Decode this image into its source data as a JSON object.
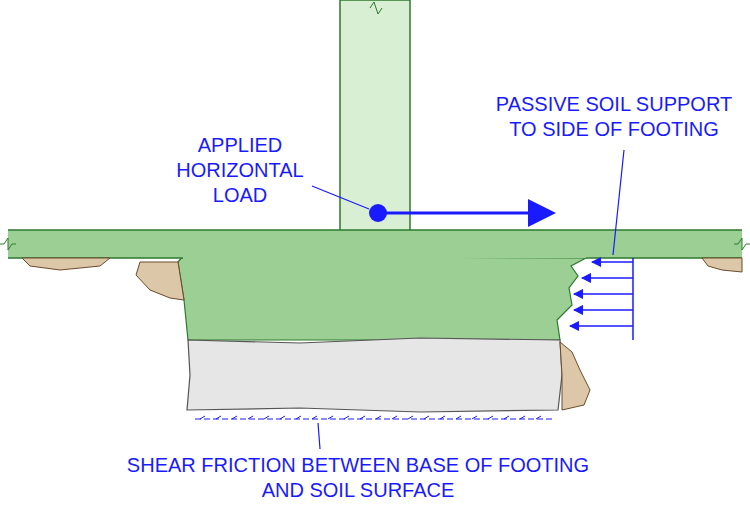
{
  "diagram": {
    "labels": [
      "APPLIED HORIZONTAL LOAD",
      "PASSIVE SOIL SUPPORT TO SIDE OF FOOTING",
      "SHEAR FRICTION BETWEEN BASE OF FOOTING AND SOIL SURFACE"
    ]
  }
}
